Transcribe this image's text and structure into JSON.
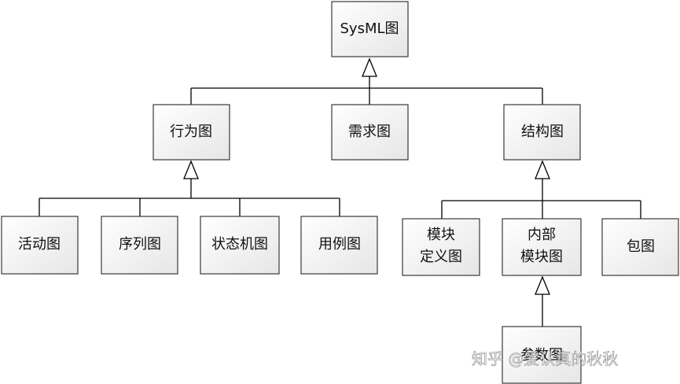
{
  "diagram": {
    "root": {
      "label": "SysML图"
    },
    "behavior": {
      "label": "行为图",
      "children": [
        {
          "label": "活动图"
        },
        {
          "label": "序列图"
        },
        {
          "label": "状态机图"
        },
        {
          "label": "用例图"
        }
      ]
    },
    "requirement": {
      "label": "需求图"
    },
    "structure": {
      "label": "结构图",
      "children": [
        {
          "label_line1": "模块",
          "label_line2": "定义图"
        },
        {
          "label_line1": "内部",
          "label_line2": "模块图"
        },
        {
          "label": "包图"
        }
      ]
    },
    "parametric": {
      "label": "参数图"
    }
  },
  "watermark": {
    "text": "知乎 @爱认真的秋秋"
  }
}
